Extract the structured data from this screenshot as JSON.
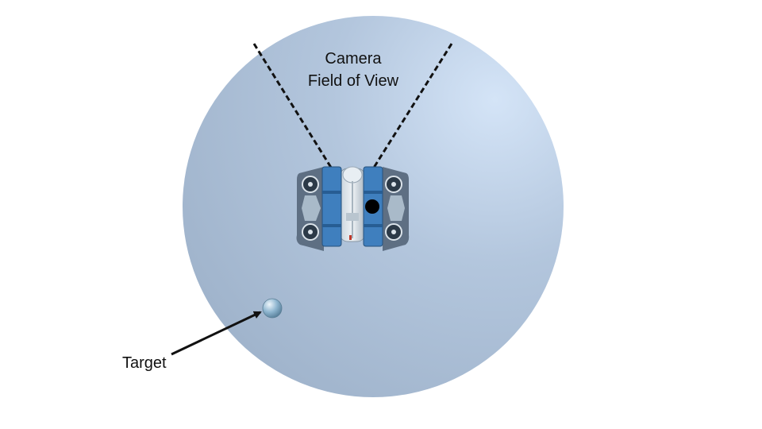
{
  "labels": {
    "camera_line1": "Camera",
    "camera_line2": "Field of View",
    "target": "Target"
  },
  "colors": {
    "water_light": "#d4e4f7",
    "water_mid": "#b3c6dd",
    "water_dark": "#9fb3cb",
    "rov_blue": "#3f7fbe",
    "rov_blue_dark": "#275d93",
    "frame_gray": "#5e6f83",
    "fov_line": "#111111",
    "camera_dot": "#000000",
    "target_ball": "#8fb6d0"
  },
  "icons": {
    "rov": "rov-icon",
    "target": "sphere-icon",
    "camera": "camera-dot-icon"
  }
}
